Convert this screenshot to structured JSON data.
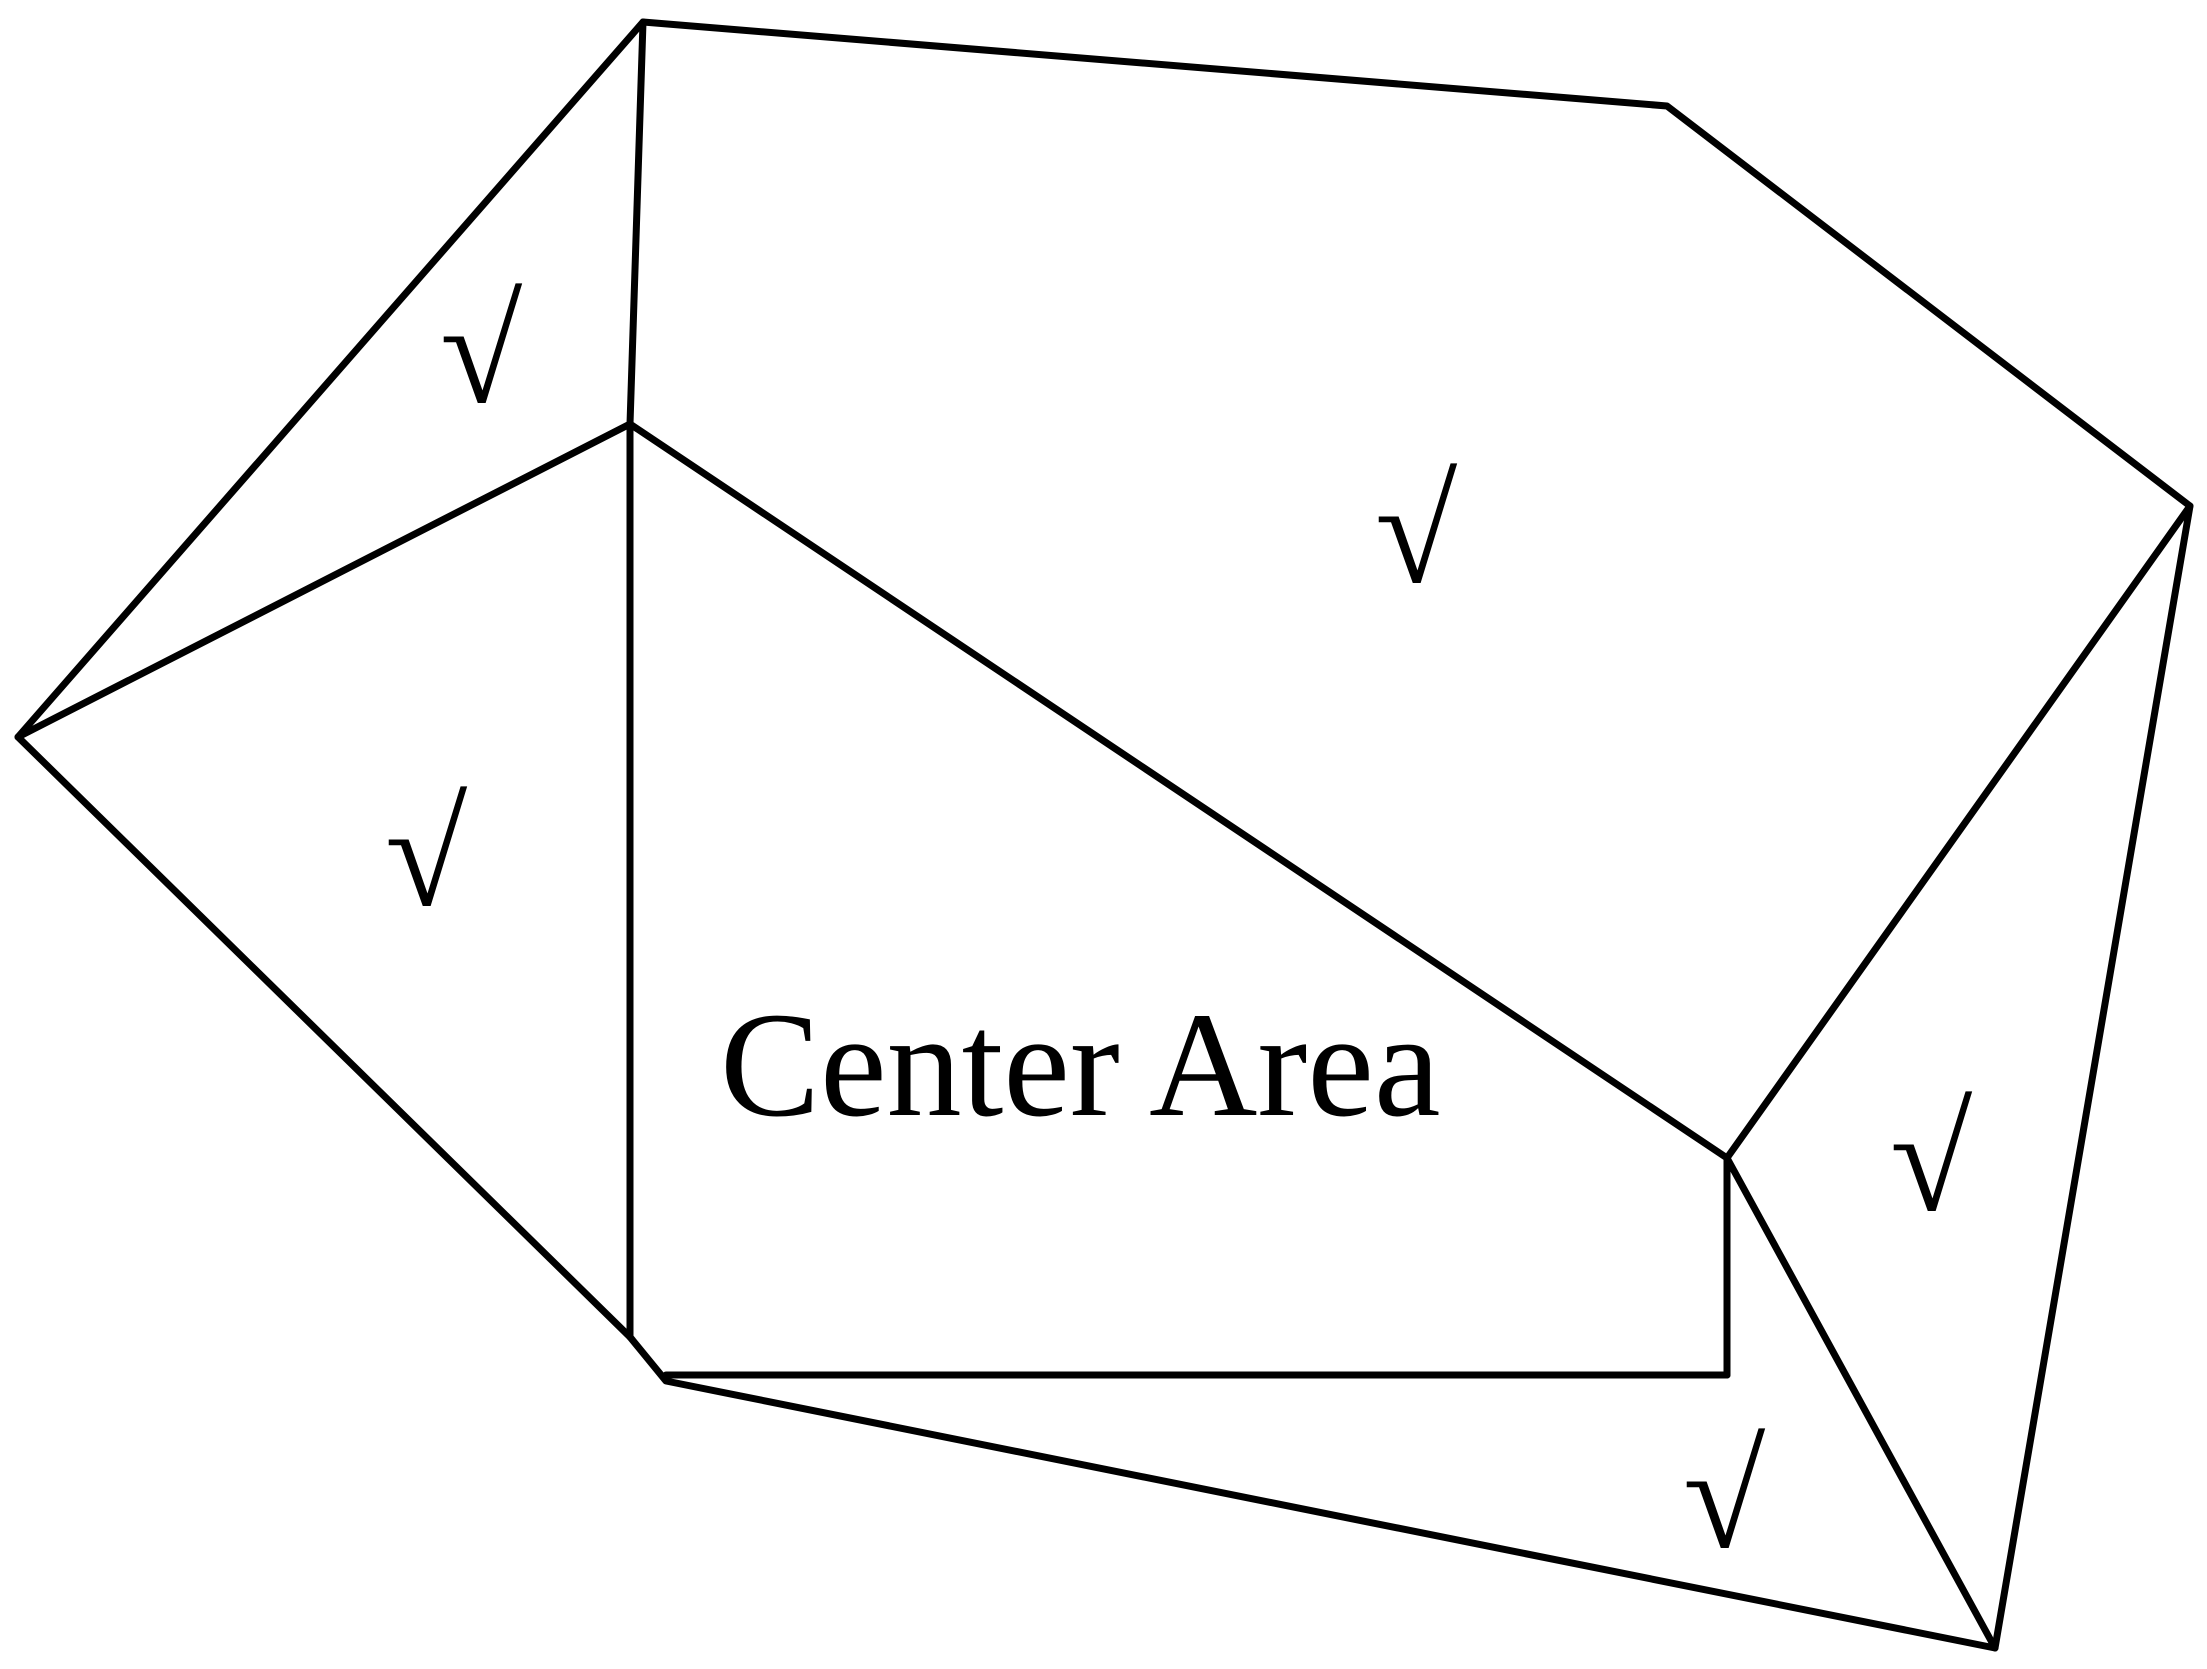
{
  "diagram": {
    "center_label": "Center Area",
    "regions": [
      {
        "id": "top-left-triangle",
        "mark": "√"
      },
      {
        "id": "top-region",
        "mark": "√"
      },
      {
        "id": "left-triangle",
        "mark": "√"
      },
      {
        "id": "right-triangle",
        "mark": "√"
      },
      {
        "id": "bottom-triangle",
        "mark": "√"
      }
    ],
    "colors": {
      "stroke": "#000000",
      "background": "#ffffff",
      "text": "#000000"
    }
  }
}
